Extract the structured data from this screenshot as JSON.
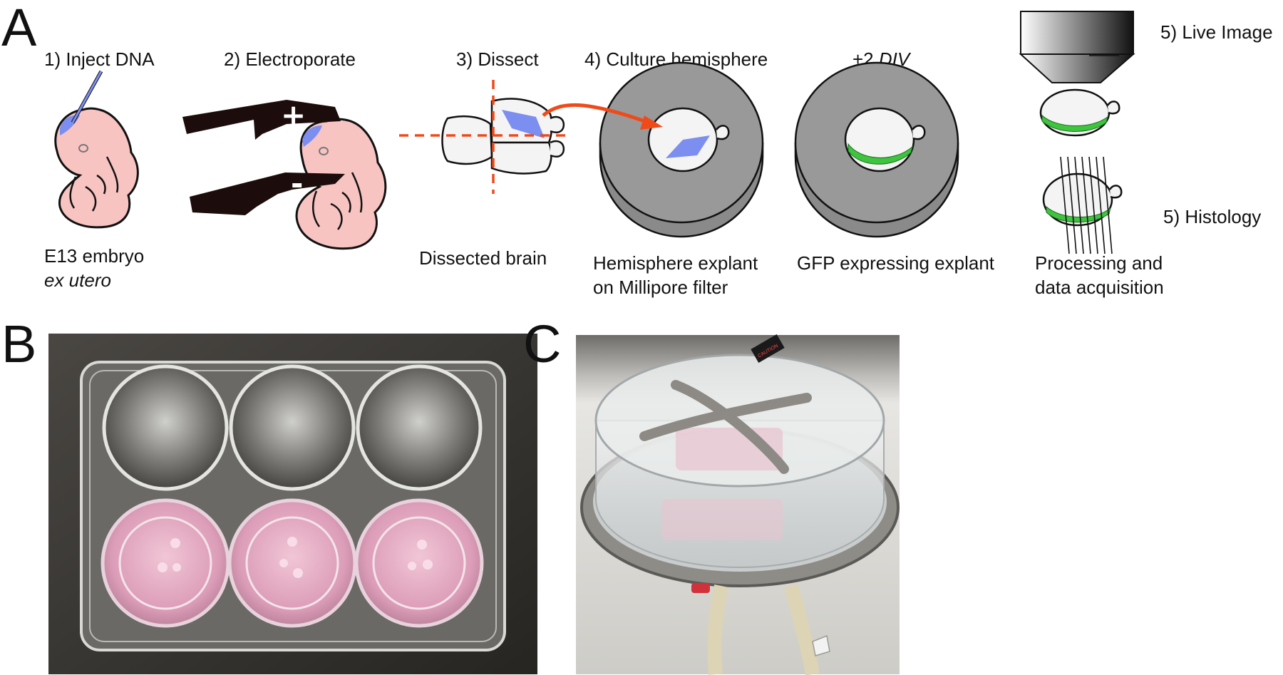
{
  "panels": {
    "a": {
      "letter": "A"
    },
    "b": {
      "letter": "B"
    },
    "c": {
      "letter": "C"
    }
  },
  "steps": {
    "inject": "1) Inject DNA",
    "electroporate": "2) Electroporate",
    "dissect": "3) Dissect",
    "culture": "4) Culture hemisphere",
    "div_prefix": "+2 ",
    "div_italic": "DIV",
    "live_image": "5) Live Image",
    "histology": "5) Histology"
  },
  "captions": {
    "embryo_line1": "E13 embryo",
    "embryo_line2": "ex utero",
    "dissected": "Dissected brain",
    "explant_line1": "Hemisphere explant",
    "explant_line2": "on Millipore filter",
    "gfp": "GFP expressing explant",
    "processing_line1": "Processing and",
    "processing_line2": "data acquisition"
  },
  "electrode_signs": {
    "plus": "+",
    "minus": "-"
  },
  "photo_c": {
    "sticker_text": "CAUTION"
  },
  "colors": {
    "embryo_skin": "#f7c4c2",
    "dna_blue": "#7c8ef0",
    "gfp_green": "#3ec43e",
    "cut_line_red": "#ef4a1a",
    "dish_gray": "#999999",
    "electrode_black": "#1c0c0c",
    "medium_pink": "#e6a9c3",
    "photo_b_background": "#3a3834",
    "photo_c_background": "#d9d7d2"
  }
}
